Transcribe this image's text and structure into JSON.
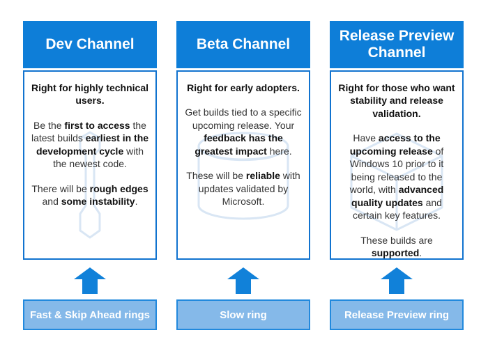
{
  "colors": {
    "header_blue": "#0e7ed8",
    "card_border_blue": "#1173cf",
    "arrow_blue": "#1181d9",
    "ring_fill_blue": "#85b9e9",
    "ring_border_blue": "#2289dd",
    "watermark_blue": "#d9e6f4",
    "body_text": "#333333",
    "background": "#ffffff"
  },
  "columns": [
    {
      "title": "Dev Channel",
      "watermark": "wrench-watermark-icon",
      "arrow": "up-arrow-icon",
      "ring_label": "Fast & Skip Ahead rings",
      "paragraphs": [
        {
          "lead": true,
          "segments": [
            {
              "t": "Right for highly technical users.",
              "b": true
            }
          ]
        },
        {
          "lead": false,
          "segments": [
            {
              "t": "Be the ",
              "b": false
            },
            {
              "t": "first to access",
              "b": true
            },
            {
              "t": " the latest builds ",
              "b": false
            },
            {
              "t": "earliest in the development cycle",
              "b": true
            },
            {
              "t": " with the newest code.",
              "b": false
            }
          ]
        },
        {
          "lead": false,
          "segments": [
            {
              "t": "There will be ",
              "b": false
            },
            {
              "t": "rough edges",
              "b": true
            },
            {
              "t": " and ",
              "b": false
            },
            {
              "t": "some instability",
              "b": true
            },
            {
              "t": ".",
              "b": false
            }
          ]
        }
      ]
    },
    {
      "title": "Beta Channel",
      "watermark": "cylinder-watermark-icon",
      "arrow": "up-arrow-icon",
      "ring_label": "Slow ring",
      "paragraphs": [
        {
          "lead": true,
          "segments": [
            {
              "t": "Right for early adopters.",
              "b": true
            }
          ]
        },
        {
          "lead": false,
          "segments": [
            {
              "t": "Get builds tied to a specific upcoming release. Your ",
              "b": false
            },
            {
              "t": "feedback has the greatest impact",
              "b": true
            },
            {
              "t": " here.",
              "b": false
            }
          ]
        },
        {
          "lead": false,
          "segments": [
            {
              "t": "These will be ",
              "b": false
            },
            {
              "t": "reliable",
              "b": true
            },
            {
              "t": " with updates validated by Microsoft.",
              "b": false
            }
          ]
        }
      ]
    },
    {
      "title": "Release Preview Channel",
      "watermark": "cube-watermark-icon",
      "arrow": "up-arrow-icon",
      "ring_label": "Release Preview ring",
      "paragraphs": [
        {
          "lead": true,
          "segments": [
            {
              "t": "Right for those who want stability and release validation.",
              "b": true
            }
          ]
        },
        {
          "lead": false,
          "segments": [
            {
              "t": "Have ",
              "b": false
            },
            {
              "t": "access to the upcoming release",
              "b": true
            },
            {
              "t": " of Windows 10 prior to it being released to the world, with ",
              "b": false
            },
            {
              "t": "advanced quality updates",
              "b": true
            },
            {
              "t": " and certain key features.",
              "b": false
            }
          ]
        },
        {
          "lead": false,
          "segments": [
            {
              "t": "These builds are ",
              "b": false
            },
            {
              "t": "supported",
              "b": true
            },
            {
              "t": ".",
              "b": false
            }
          ]
        }
      ]
    }
  ]
}
